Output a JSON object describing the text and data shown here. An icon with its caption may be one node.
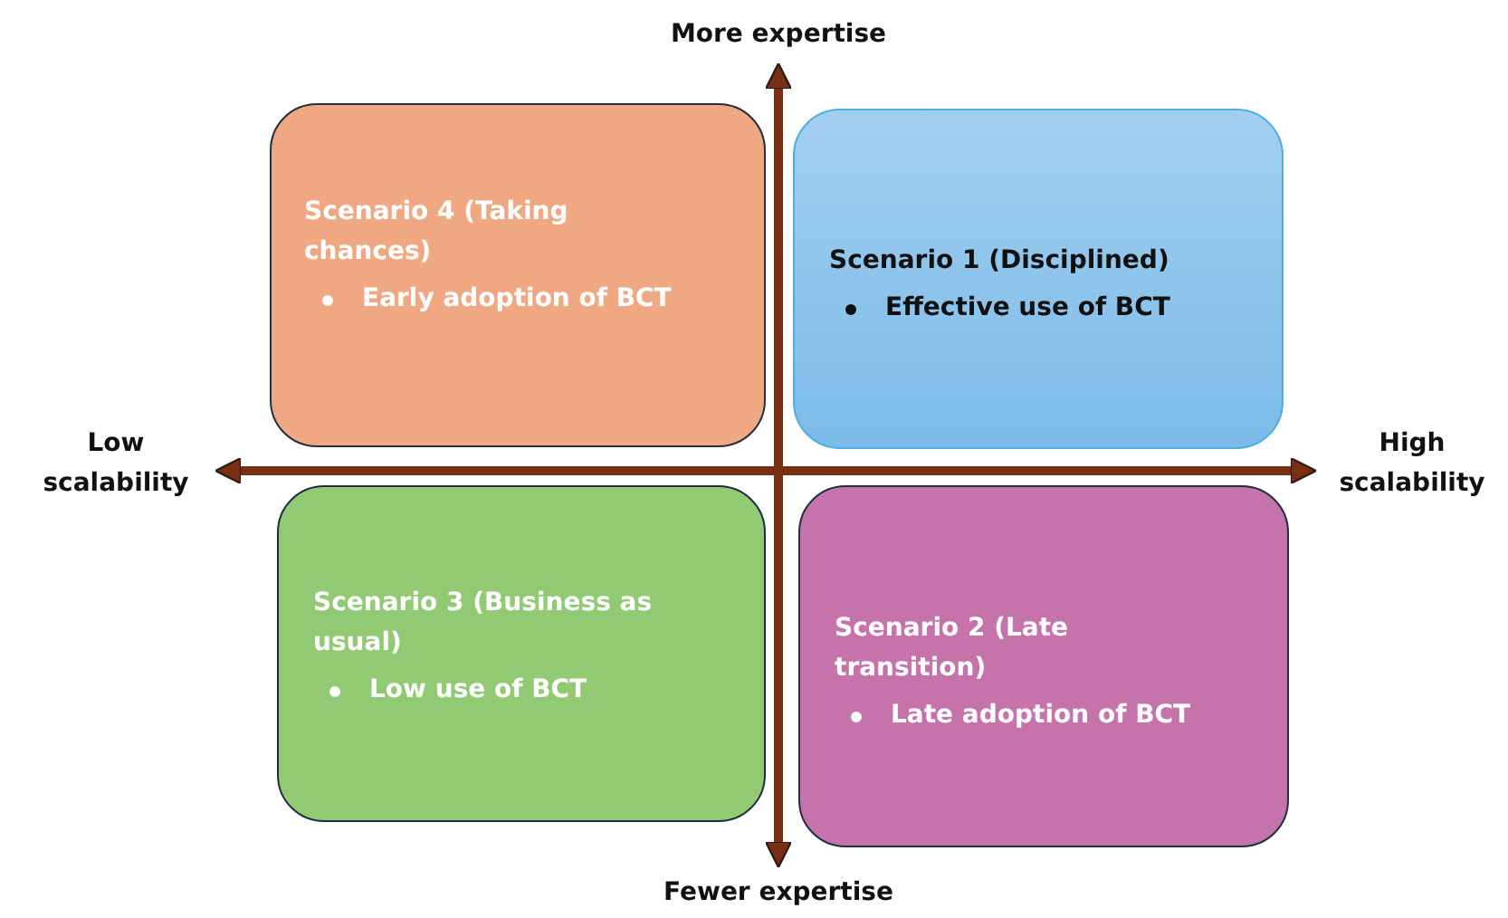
{
  "diagram": {
    "nodes": [
      {
        "text": [
          "More expertise"
        ]
      },
      {
        "text": [
          "Scenario 4 (Taking chances)",
          "Early adoption of BCT"
        ]
      },
      {
        "text": [
          "Scenario 1 (Disciplined)",
          "Effective use of BCT"
        ]
      },
      {
        "text": [
          "Low scalability"
        ]
      },
      {
        "text": [
          "High scalability"
        ]
      },
      {
        "text": [
          "Scenario 3 (Business as usual)",
          "Low use of BCT"
        ]
      },
      {
        "text": [
          "Scenario 2 (Late transition)",
          "Late adoption of BCT"
        ]
      },
      {
        "text": [
          "Fewer expertise"
        ]
      }
    ],
    "edges": [
      {
        "from": 0,
        "to": 7,
        "arrow": "both"
      },
      {
        "from": 3,
        "to": 4,
        "arrow": "both"
      }
    ]
  }
}
